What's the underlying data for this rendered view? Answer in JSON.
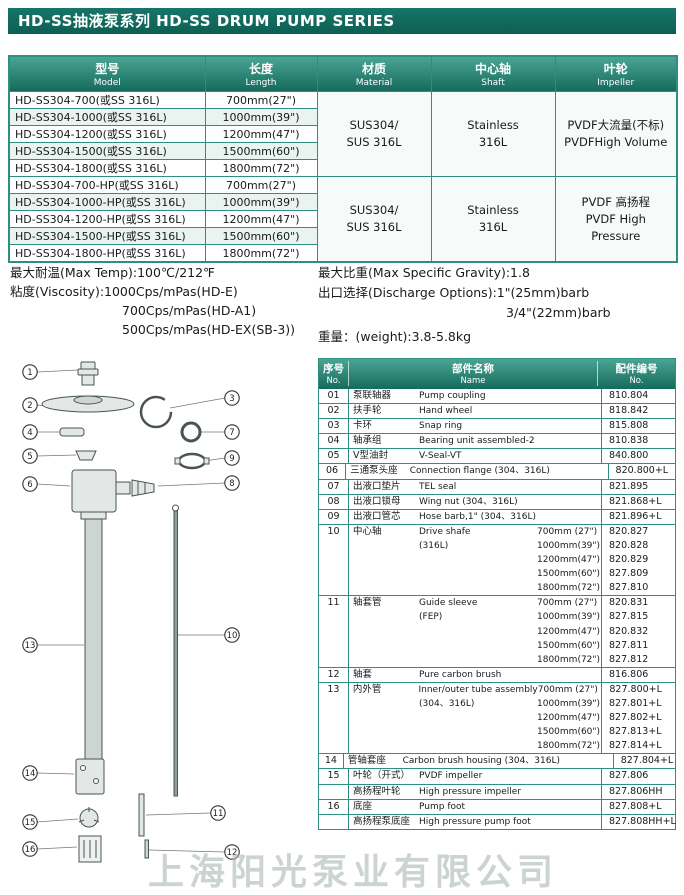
{
  "title": {
    "text": "HD-SS抽液泵系列 HD-SS DRUM PUMP SERIES"
  },
  "spec": {
    "header": {
      "model_zh": "型号",
      "model_en": "Model",
      "length_zh": "长度",
      "length_en": "Length",
      "material_zh": "材质",
      "material_en": "Material",
      "shaft_zh": "中心轴",
      "shaft_en": "Shaft",
      "impeller_zh": "叶轮",
      "impeller_en": "Impeller"
    },
    "group1": {
      "rows": [
        {
          "model": "HD-SS304-700(或SS 316L)",
          "length": "700mm(27\")"
        },
        {
          "model": "HD-SS304-1000(或SS 316L)",
          "length": "1000mm(39\")"
        },
        {
          "model": "HD-SS304-1200(或SS 316L)",
          "length": "1200mm(47\")"
        },
        {
          "model": "HD-SS304-1500(或SS 316L)",
          "length": "1500mm(60\")"
        },
        {
          "model": "HD-SS304-1800(或SS 316L)",
          "length": "1800mm(72\")"
        }
      ],
      "material1": "SUS304/",
      "material2": "SUS 316L",
      "shaft1": "Stainless",
      "shaft2": "316L",
      "impeller1": "PVDF大流量(不标)",
      "impeller2": "PVDFHigh Volume"
    },
    "group2": {
      "rows": [
        {
          "model": "HD-SS304-700-HP(或SS 316L)",
          "length": "700mm(27\")"
        },
        {
          "model": "HD-SS304-1000-HP(或SS 316L)",
          "length": "1000mm(39\")"
        },
        {
          "model": "HD-SS304-1200-HP(或SS 316L)",
          "length": "1200mm(47\")"
        },
        {
          "model": "HD-SS304-1500-HP(或SS 316L)",
          "length": "1500mm(60\")"
        },
        {
          "model": "HD-SS304-1800-HP(或SS 316L)",
          "length": "1800mm(72\")"
        }
      ],
      "material1": "SUS304/",
      "material2": "SUS 316L",
      "shaft1": "Stainless",
      "shaft2": "316L",
      "impeller1": "PVDF 高扬程",
      "impeller2": "PVDF High Pressure"
    }
  },
  "notes": {
    "max_temp": "最大耐温(Max Temp):100℃/212℉",
    "viscosity": "粘度(Viscosity):1000Cps/mPas(HD-E)",
    "viscosity2": "700Cps/mPas(HD-A1)",
    "viscosity3": "500Cps/mPas(HD-EX(SB-3))",
    "gravity": "最大比重(Max Specific Gravity):1.8",
    "discharge": "出口选择(Discharge Options):1\"(25mm)barb",
    "discharge2": "3/4\"(22mm)barb",
    "weight": "重量：(weight):3.8-5.8kg"
  },
  "parts": {
    "header": {
      "no_zh": "序号",
      "no_en": "No.",
      "name_zh": "部件名称",
      "name_en": "Name",
      "code_zh": "配件编号",
      "code_en": "No."
    },
    "groups": [
      {
        "lines": [
          {
            "no": "01",
            "zh": "泵联轴器",
            "en": "Pump coupling",
            "code": "810.804"
          }
        ]
      },
      {
        "lines": [
          {
            "no": "02",
            "zh": "扶手轮",
            "en": "Hand wheel",
            "code": "818.842"
          }
        ]
      },
      {
        "lines": [
          {
            "no": "03",
            "zh": "卡环",
            "en": "Snap ring",
            "code": "815.808"
          }
        ]
      },
      {
        "lines": [
          {
            "no": "04",
            "zh": "轴承组",
            "en": "Bearing unit assembled-2",
            "code": "810.838"
          }
        ]
      },
      {
        "lines": [
          {
            "no": "05",
            "zh": "V型油封",
            "en": "V-Seal-VT",
            "code": "840.800"
          }
        ]
      },
      {
        "lines": [
          {
            "no": "06",
            "zh": "三通泵头座",
            "en": "Connection flange (304、316L)",
            "code": "820.800+L"
          }
        ]
      },
      {
        "lines": [
          {
            "no": "07",
            "zh": "出液口垫片",
            "en": "TEL seal",
            "code": "821.895"
          }
        ]
      },
      {
        "lines": [
          {
            "no": "08",
            "zh": "出液口锁母",
            "en": "Wing nut (304、316L)",
            "code": "821.868+L"
          }
        ]
      },
      {
        "lines": [
          {
            "no": "09",
            "zh": "出液口管芯",
            "en": "Hose barb,1\" (304、316L)",
            "code": "821.896+L"
          }
        ]
      },
      {
        "lines": [
          {
            "no": "10",
            "zh": "中心轴",
            "en": "Drive shafe",
            "len": "700mm (27\")",
            "code": "820.827"
          },
          {
            "en": "(316L)",
            "len": "1000mm(39\")",
            "code": "820.828"
          },
          {
            "len": "1200mm(47\")",
            "code": "820.829"
          },
          {
            "len": "1500mm(60\")",
            "code": "827.809"
          },
          {
            "len": "1800mm(72\")",
            "code": "827.810"
          }
        ]
      },
      {
        "lines": [
          {
            "no": "11",
            "zh": "轴套管",
            "en": "Guide sleeve",
            "len": "700mm (27\")",
            "code": "820.831"
          },
          {
            "en": "(FEP)",
            "len": "1000mm(39\")",
            "code": "827.815"
          },
          {
            "len": "1200mm(47\")",
            "code": "820.832"
          },
          {
            "len": "1500mm(60\")",
            "code": "827.811"
          },
          {
            "len": "1800mm(72\")",
            "code": "827.812"
          }
        ]
      },
      {
        "lines": [
          {
            "no": "12",
            "zh": "轴套",
            "en": "Pure carbon brush",
            "code": "816.806"
          }
        ]
      },
      {
        "lines": [
          {
            "no": "13",
            "zh": "内外管",
            "en": "Inner/outer tube assembly",
            "len": "700mm (27\")",
            "code": "827.800+L"
          },
          {
            "en": "(304、316L)",
            "len": "1000mm(39\")",
            "code": "827.801+L"
          },
          {
            "len": "1200mm(47\")",
            "code": "827.802+L"
          },
          {
            "len": "1500mm(60\")",
            "code": "827.813+L"
          },
          {
            "len": "1800mm(72\")",
            "code": "827.814+L"
          }
        ]
      },
      {
        "lines": [
          {
            "no": "14",
            "zh": "管轴套座",
            "en": "Carbon brush housing (304、316L)",
            "code": "827.804+L"
          }
        ]
      },
      {
        "lines": [
          {
            "no": "15",
            "zh": "叶轮（开式）",
            "en": "PVDF impeller",
            "code": "827.806"
          }
        ]
      },
      {
        "lines": [
          {
            "zh": "高扬程叶轮",
            "en": "High pressure impeller",
            "code": "827.806HH"
          }
        ]
      },
      {
        "lines": [
          {
            "no": "16",
            "zh": "底座",
            "en": "Pump foot",
            "code": "827.808+L"
          }
        ]
      },
      {
        "lines": [
          {
            "zh": "高扬程泵底座",
            "en": "High pressure pump foot",
            "code": "827.808HH+L"
          }
        ]
      }
    ]
  },
  "diagram": {
    "callouts": [
      "1",
      "2",
      "3",
      "4",
      "5",
      "6",
      "7",
      "8",
      "9",
      "10",
      "11",
      "12",
      "13",
      "14",
      "15",
      "16"
    ]
  },
  "watermark": "上海阳光泵业有限公司"
}
